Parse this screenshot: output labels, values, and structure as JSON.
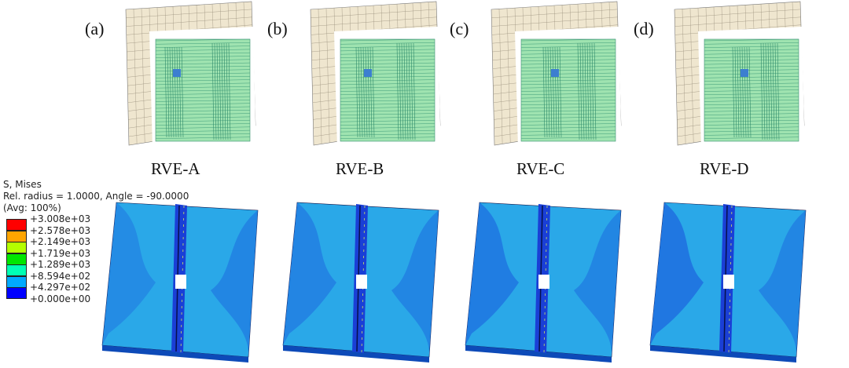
{
  "panels": [
    {
      "tag": "(a)",
      "label": "RVE-A"
    },
    {
      "tag": "(b)",
      "label": "RVE-B"
    },
    {
      "tag": "(c)",
      "label": "RVE-C"
    },
    {
      "tag": "(d)",
      "label": "RVE-D"
    }
  ],
  "legend": {
    "title": "S, Mises",
    "subtitle": "Rel. radius = 1.0000, Angle = -90.0000",
    "avg": "(Avg: 100%)",
    "values": [
      "+3.008e+03",
      "+2.578e+03",
      "+2.149e+03",
      "+1.719e+03",
      "+1.289e+03",
      "+8.594e+02",
      "+4.297e+02",
      "+0.000e+00"
    ],
    "colors": [
      "#ff0000",
      "#ffa500",
      "#b4ff00",
      "#00e600",
      "#00ffb4",
      "#00aaff",
      "#0000ff"
    ]
  },
  "colors": {
    "matrix": "#efe6cf",
    "fiber": "#9fe3b0",
    "plate": "#2aa8e8",
    "plate_low": "#1e6fe0"
  }
}
